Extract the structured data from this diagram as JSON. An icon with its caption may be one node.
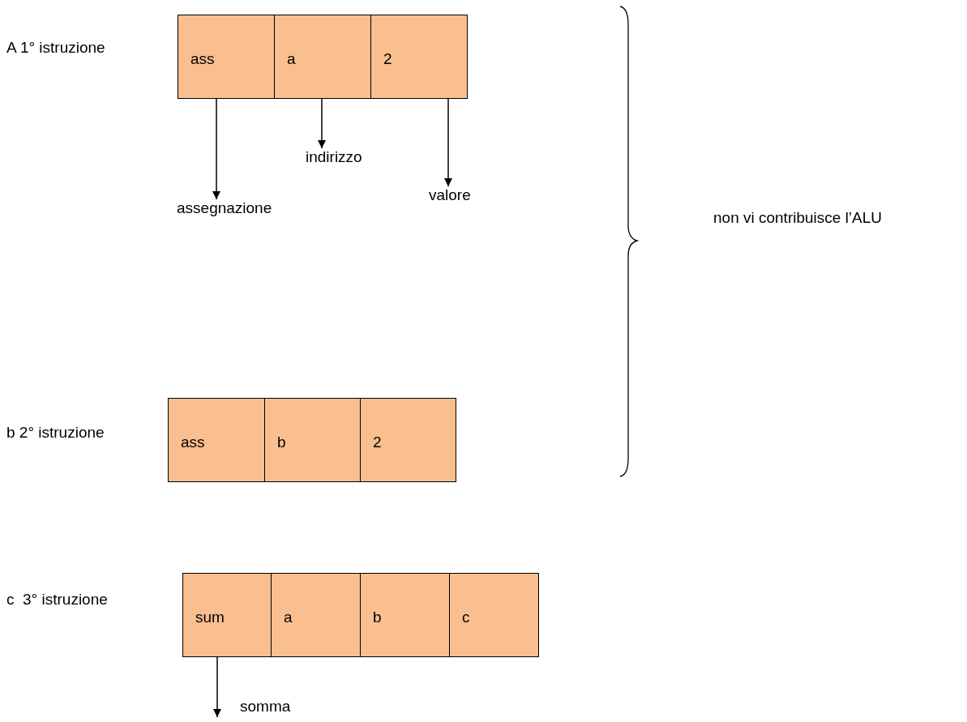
{
  "diagram": {
    "nodes": [
      {
        "text": [
          "ass"
        ]
      },
      {
        "text": [
          "a"
        ]
      },
      {
        "text": [
          "2"
        ]
      },
      {
        "text": [
          "indirizzo"
        ]
      },
      {
        "text": [
          "assegnazione"
        ]
      },
      {
        "text": [
          "valore"
        ]
      },
      {
        "text": [
          "ass"
        ]
      },
      {
        "text": [
          "b"
        ]
      },
      {
        "text": [
          "2"
        ]
      },
      {
        "text": [
          "sum"
        ]
      },
      {
        "text": [
          "a"
        ]
      },
      {
        "text": [
          "b"
        ]
      },
      {
        "text": [
          "c"
        ]
      }
    ],
    "edges": [
      {
        "from": 0,
        "to": 4,
        "arrow": "to"
      },
      {
        "from": 1,
        "to": 3,
        "arrow": "to"
      },
      {
        "from": 2,
        "to": 5,
        "arrow": "to"
      },
      {
        "from": 9,
        "to": null,
        "arrow": "to",
        "label": "somma"
      }
    ],
    "labels": [
      "A 1° istruzione",
      "non vi contribuisce l’ALU",
      "b 2° istruzione",
      "c  3° istruzione"
    ]
  }
}
